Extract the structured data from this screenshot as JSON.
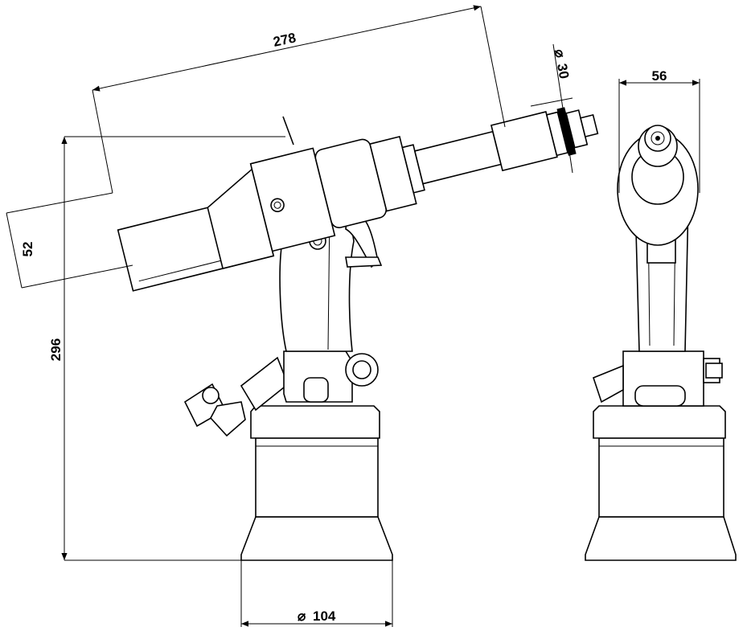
{
  "dimensions": {
    "length": "278",
    "nose_diameter": "30",
    "head_height": "52",
    "overall_height": "296",
    "front_width": "56",
    "base_diameter": "104"
  },
  "symbols": {
    "diameter": "⌀"
  }
}
